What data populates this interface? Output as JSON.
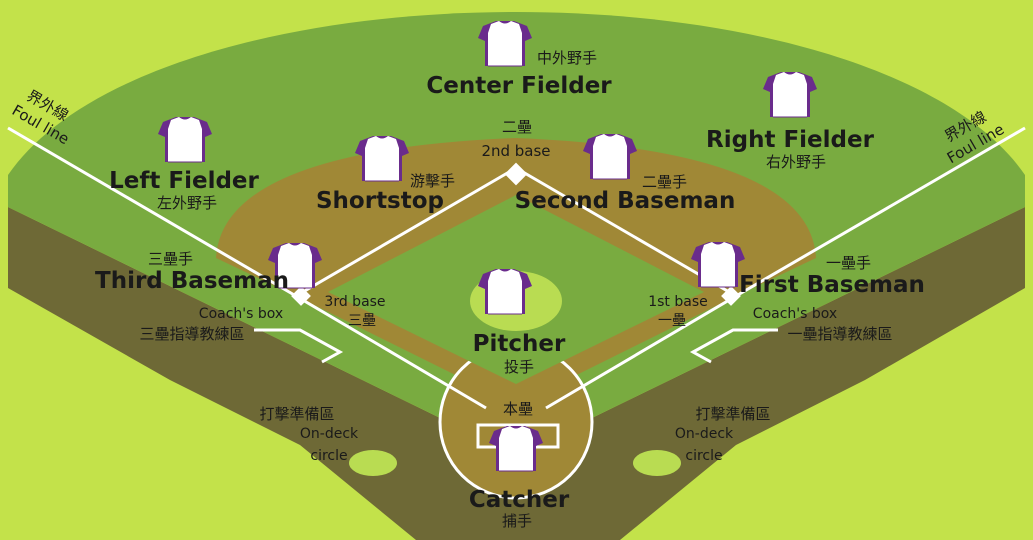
{
  "colors": {
    "background": "#c3e24a",
    "outfield": "#79ab40",
    "infield_dirt": "#a08836",
    "bank_shadow": "#6e6936",
    "infield_grass": "#79ab40",
    "mound_grass": "#b9dc52",
    "chalk": "#ffffff",
    "jersey_body": "#ffffff",
    "jersey_sleeve": "#6a2c8c"
  },
  "foul_lines": {
    "left": {
      "zh": "界外線",
      "en": "Foul line"
    },
    "right": {
      "zh": "界外線",
      "en": "Foul line"
    }
  },
  "positions": {
    "center_fielder": {
      "en": "Center Fielder",
      "zh": "中外野手",
      "icon": "jersey-icon"
    },
    "left_fielder": {
      "en": "Left Fielder",
      "zh": "左外野手",
      "icon": "jersey-icon"
    },
    "right_fielder": {
      "en": "Right Fielder",
      "zh": "右外野手",
      "icon": "jersey-icon"
    },
    "shortstop": {
      "en": "Shortstop",
      "zh": "游擊手",
      "icon": "jersey-icon"
    },
    "second_baseman": {
      "en": "Second Baseman",
      "zh": "二壘手",
      "icon": "jersey-icon"
    },
    "third_baseman": {
      "en": "Third Baseman",
      "zh": "三壘手",
      "icon": "jersey-icon"
    },
    "first_baseman": {
      "en": "First Baseman",
      "zh": "一壘手",
      "icon": "jersey-icon"
    },
    "pitcher": {
      "en": "Pitcher",
      "zh": "投手",
      "icon": "jersey-icon"
    },
    "catcher": {
      "en": "Catcher",
      "zh": "捕手",
      "icon": "jersey-icon"
    }
  },
  "bases": {
    "second": {
      "zh": "二壘",
      "en": "2nd base"
    },
    "third": {
      "en": "3rd base",
      "zh": "三壘"
    },
    "first": {
      "en": "1st base",
      "zh": "一壘"
    },
    "home": {
      "zh": "本壘"
    }
  },
  "coach_boxes": {
    "third": {
      "en": "Coach's box",
      "zh": "三壘指導教練區"
    },
    "first": {
      "en": "Coach's box",
      "zh": "一壘指導教練區"
    }
  },
  "on_deck": {
    "left": {
      "zh": "打擊準備區",
      "en1": "On-deck",
      "en2": "circle"
    },
    "right": {
      "zh": "打擊準備區",
      "en1": "On-deck",
      "en2": "circle"
    }
  }
}
